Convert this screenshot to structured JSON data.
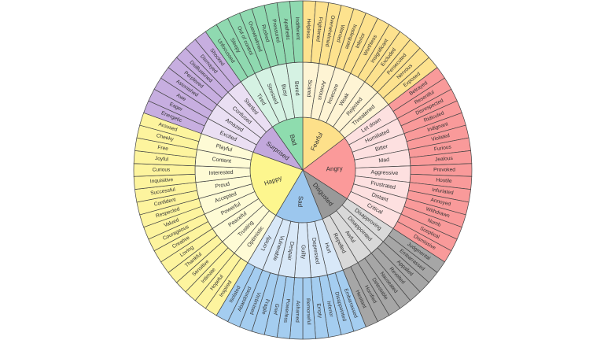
{
  "wheel": {
    "sectors": [
      {
        "label": "Fearful",
        "colors": {
          "inner": "#fde08a",
          "middle": "#fef4d4",
          "outer": "#fde28e"
        },
        "children": [
          {
            "label": "Scared",
            "children": [
              "Helpless",
              "Frightened"
            ]
          },
          {
            "label": "Anxious",
            "children": [
              "Overwhelmed",
              "Worried"
            ]
          },
          {
            "label": "Insecure",
            "children": [
              "Inadequate",
              "Inferior"
            ]
          },
          {
            "label": "Weak",
            "children": [
              "Worthless",
              "Insignificant"
            ]
          },
          {
            "label": "Rejected",
            "children": [
              "Excluded",
              "Persecuted"
            ]
          },
          {
            "label": "Threatened",
            "children": [
              "Nervous",
              "Exposed"
            ]
          }
        ]
      },
      {
        "label": "Angry",
        "colors": {
          "inner": "#fb9a9a",
          "middle": "#fde0e0",
          "outer": "#f99a9a"
        },
        "children": [
          {
            "label": "Let down",
            "children": [
              "Betrayed",
              "Resentful"
            ]
          },
          {
            "label": "Humiliated",
            "children": [
              "Disrespected",
              "Ridiculed"
            ]
          },
          {
            "label": "Bitter",
            "children": [
              "Indignant",
              "Violated"
            ]
          },
          {
            "label": "Mad",
            "children": [
              "Furious",
              "Jealous"
            ]
          },
          {
            "label": "Aggressive",
            "children": [
              "Provoked",
              "Hostile"
            ]
          },
          {
            "label": "Frustrated",
            "children": [
              "Infuriated",
              "Annoyed"
            ]
          },
          {
            "label": "Distant",
            "children": [
              "Withdrawn",
              "Numb"
            ]
          },
          {
            "label": "Critical",
            "children": [
              "Sceptical",
              "Dismissive"
            ]
          }
        ]
      },
      {
        "label": "Disgusted",
        "colors": {
          "inner": "#999999",
          "middle": "#d9d9d9",
          "outer": "#a6a6a6"
        },
        "children": [
          {
            "label": "Disapproving",
            "children": [
              "Judgmental",
              "Embarrassed"
            ]
          },
          {
            "label": "Disappointed",
            "children": [
              "Appalled",
              "Revolted"
            ]
          },
          {
            "label": "Awful",
            "children": [
              "Nauseated",
              "Detestable"
            ]
          },
          {
            "label": "Repelled",
            "children": [
              "Horrified",
              "Hesitant"
            ]
          }
        ]
      },
      {
        "label": "Sad",
        "colors": {
          "inner": "#9cc7ee",
          "middle": "#d8e8f8",
          "outer": "#a4cdf0"
        },
        "children": [
          {
            "label": "Hurt",
            "children": [
              "Embarrassed",
              "Disappointed"
            ]
          },
          {
            "label": "Depressed",
            "children": [
              "Inferior",
              "Empty"
            ]
          },
          {
            "label": "Guilty",
            "children": [
              "Remorseful",
              "Ashamed"
            ]
          },
          {
            "label": "Despair",
            "children": [
              "Powerless",
              "Grief"
            ]
          },
          {
            "label": "Vulnerable",
            "children": [
              "Fragile",
              "Victimised"
            ]
          },
          {
            "label": "Lonely",
            "children": [
              "Abandoned",
              "Isolated"
            ]
          }
        ]
      },
      {
        "label": "Happy",
        "colors": {
          "inner": "#fdf68e",
          "middle": "#fefbd5",
          "outer": "#fdf49e"
        },
        "children": [
          {
            "label": "Optimistic",
            "children": [
              "Inspired",
              "Hopeful"
            ]
          },
          {
            "label": "Trusting",
            "children": [
              "Intimate",
              "Sensitive"
            ]
          },
          {
            "label": "Peaceful",
            "children": [
              "Thankful",
              "Loving"
            ]
          },
          {
            "label": "Powerful",
            "children": [
              "Creative",
              "Courageous"
            ]
          },
          {
            "label": "Accepted",
            "children": [
              "Valued",
              "Respected"
            ]
          },
          {
            "label": "Proud",
            "children": [
              "Confident",
              "Successful"
            ]
          },
          {
            "label": "Interested",
            "children": [
              "Inquisitive",
              "Curious"
            ]
          },
          {
            "label": "Content",
            "children": [
              "Joyful",
              "Free"
            ]
          },
          {
            "label": "Playful",
            "children": [
              "Cheeky",
              "Aroused"
            ]
          }
        ]
      },
      {
        "label": "Surprised",
        "colors": {
          "inner": "#c2a8dc",
          "middle": "#eadff3",
          "outer": "#c7aee0"
        },
        "children": [
          {
            "label": "Excited",
            "children": [
              "Energetic",
              "Eager"
            ]
          },
          {
            "label": "Amazed",
            "children": [
              "Awe",
              "Astonished"
            ]
          },
          {
            "label": "Confused",
            "children": [
              "Perplexed",
              "Disillusioned"
            ]
          },
          {
            "label": "Startled",
            "children": [
              "Dismayed",
              "Shocked"
            ]
          }
        ]
      },
      {
        "label": "Bad",
        "colors": {
          "inner": "#8edcae",
          "middle": "#d5f2e3",
          "outer": "#8fd9b0"
        },
        "children": [
          {
            "label": "Tired",
            "children": [
              "Unfocussed",
              "Sleepy"
            ]
          },
          {
            "label": "Stressed",
            "children": [
              "Out of control",
              "Overwhelmed"
            ]
          },
          {
            "label": "Busy",
            "children": [
              "Rushed",
              "Pressured"
            ]
          },
          {
            "label": "Bored",
            "children": [
              "Apathetic",
              "Indifferent"
            ]
          }
        ]
      }
    ]
  }
}
